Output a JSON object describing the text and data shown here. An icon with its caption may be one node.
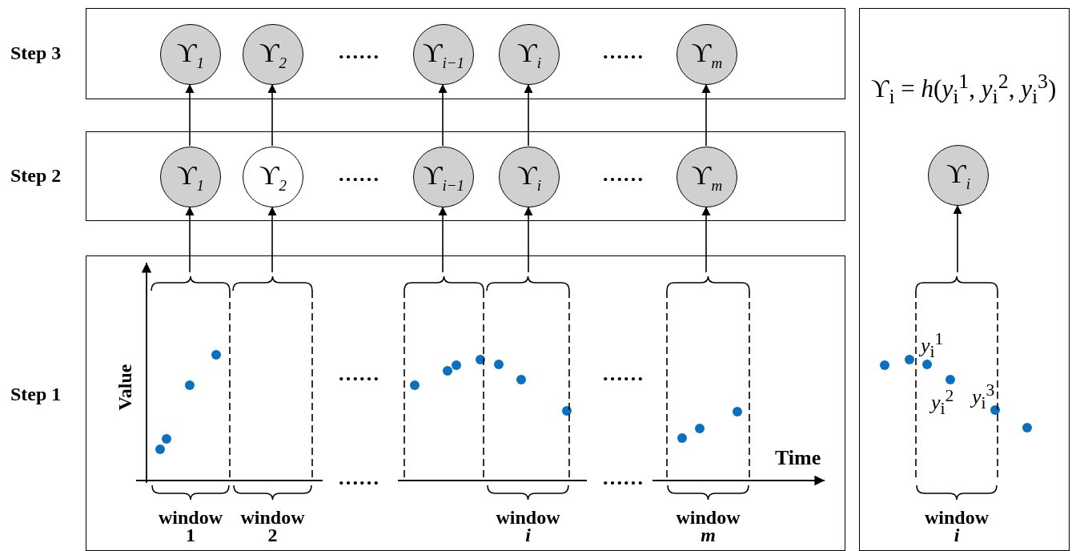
{
  "diagram": {
    "nodes": [
      {
        "text": [
          "Step 3"
        ]
      },
      {
        "text": [
          "ϒ$_{1}$"
        ],
        "in": 0
      },
      {
        "text": [
          "ϒ$_{2}$"
        ],
        "in": 0
      },
      {
        "text": [
          "ϒ$_{i−1}$"
        ],
        "in": 0
      },
      {
        "text": [
          "ϒ$_{i}$"
        ],
        "in": 0
      },
      {
        "text": [
          "ϒ$_{m}$"
        ],
        "in": 0
      },
      {
        "text": [
          "Step 2"
        ]
      },
      {
        "text": [
          "ϒ$_{1}$"
        ],
        "in": 6
      },
      {
        "text": [
          "ϒ$_{2}$"
        ],
        "in": 6
      },
      {
        "text": [
          "ϒ$_{i−1}$"
        ],
        "in": 6
      },
      {
        "text": [
          "ϒ$_{i}$"
        ],
        "in": 6
      },
      {
        "text": [
          "ϒ$_{m}$"
        ],
        "in": 6
      },
      {
        "text": [
          "Step 1"
        ]
      },
      {
        "text": [
          "window 1"
        ],
        "in": 12
      },
      {
        "text": [
          "window 2"
        ],
        "in": 12
      },
      {
        "text": [],
        "shape": "bracket",
        "in": 12
      },
      {
        "text": [
          "window *i*"
        ],
        "in": 12
      },
      {
        "text": [
          "window *m*"
        ],
        "in": 12
      },
      {
        "text": [
          "ϒ$_{i}$ = *h*(*y*$_{i}$$^{1}$, *y*$_{i}$$^{2}$, *y*$_{i}$$^{3}$)"
        ]
      },
      {
        "text": [
          "ϒ$_{i}$"
        ],
        "in": 18
      },
      {
        "text": [
          "window *i*"
        ],
        "in": 18
      }
    ],
    "edges": [
      {
        "from": 13,
        "to": 7,
        "arrow": "to"
      },
      {
        "from": 14,
        "to": 8,
        "arrow": "to"
      },
      {
        "from": 15,
        "to": 9,
        "arrow": "to"
      },
      {
        "from": 16,
        "to": 10,
        "arrow": "to"
      },
      {
        "from": 17,
        "to": 11,
        "arrow": "to"
      },
      {
        "from": 7,
        "to": 1,
        "arrow": "to"
      },
      {
        "from": 8,
        "to": 2,
        "arrow": "to"
      },
      {
        "from": 9,
        "to": 3,
        "arrow": "to"
      },
      {
        "from": 10,
        "to": 4,
        "arrow": "to"
      },
      {
        "from": 11,
        "to": 5,
        "arrow": "to"
      },
      {
        "from": 20,
        "to": 19,
        "arrow": "to"
      }
    ],
    "labels": [
      "……",
      "……",
      "……",
      "……",
      "Value",
      "……",
      "……",
      "……",
      "Time",
      "……",
      "*y*$_{i}$$^{1}$",
      "*y*$_{i}$$^{3}$",
      "*y*$_{i}$$^{2}$"
    ]
  }
}
